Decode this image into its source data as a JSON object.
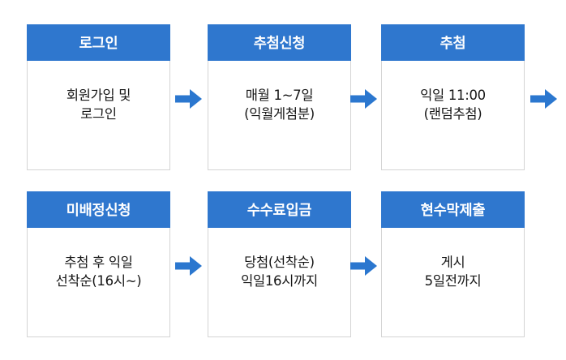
{
  "diagram": {
    "type": "process-flow",
    "title": "",
    "colors": {
      "header_blue": "#2f77ce",
      "arrow_blue": "#2b77cf",
      "card_border": "#d4d4d4",
      "card_background": "#ffffff",
      "header_text": "#ffffff",
      "body_text": "#161616",
      "page_background": "#ffffff"
    },
    "rows": [
      {
        "row_name": "top-row",
        "steps": [
          {
            "id": "step-1",
            "header": "로그인",
            "body": "회원가입 및\n로그인"
          },
          {
            "id": "step-2",
            "header": "추첨신청",
            "body": "매월 1~7일\n(익월게첨분)"
          },
          {
            "id": "step-3",
            "header": "추첨",
            "body": "익일 11:00\n(랜덤추첨)"
          }
        ],
        "arrows": [
          {
            "id": "arrow-1-2",
            "name": "arrow-right-icon"
          },
          {
            "id": "arrow-2-3",
            "name": "arrow-right-icon"
          },
          {
            "id": "arrow-3-next",
            "name": "arrow-right-icon"
          }
        ]
      },
      {
        "row_name": "bottom-row",
        "steps": [
          {
            "id": "step-4",
            "header": "미배정신청",
            "body": "추첨 후 익일\n선착순(16시~)"
          },
          {
            "id": "step-5",
            "header": "수수료입금",
            "body": "당첨(선착순)\n익일16시까지"
          },
          {
            "id": "step-6",
            "header": "현수막제출",
            "body": "게시\n5일전까지"
          }
        ],
        "arrows": [
          {
            "id": "arrow-4-5",
            "name": "arrow-right-icon"
          },
          {
            "id": "arrow-5-6",
            "name": "arrow-right-icon"
          }
        ]
      }
    ]
  }
}
